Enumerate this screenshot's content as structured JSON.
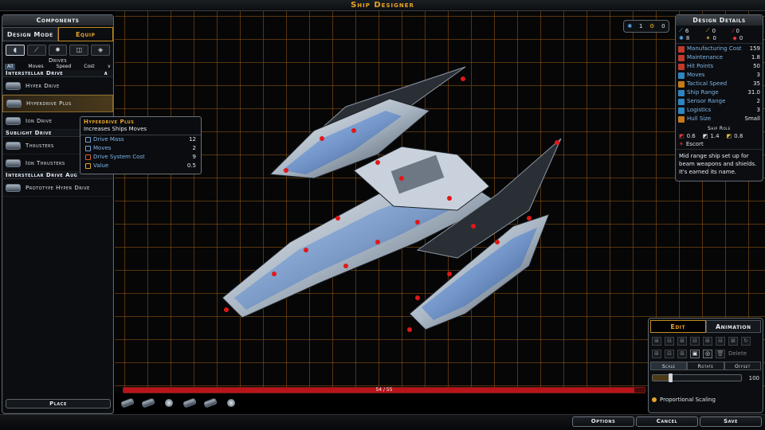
{
  "screen_title": "Ship Designer",
  "components": {
    "title": "Components",
    "tabs": [
      "Design Mode",
      "Equip"
    ],
    "active_tab": "Equip",
    "category_icons": [
      "shield-icon",
      "beam-icon",
      "armor-icon",
      "drive-icon",
      "special-icon"
    ],
    "category": "Drives",
    "sort_options": [
      "All",
      "Moves",
      "Speed",
      "Cost"
    ],
    "groups": [
      {
        "name": "Interstellar Drive",
        "items": [
          "Hyper Drive",
          "Hyperdrive Plus",
          "Ion Drive"
        ]
      },
      {
        "name": "Sublight Drive",
        "items": [
          "Thrusters",
          "Ion Thrusters"
        ]
      },
      {
        "name": "Interstellar Drive Aug",
        "items": [
          "Prototype Hyper Drive"
        ]
      }
    ],
    "selected_item": "Hyperdrive Plus",
    "place_label": "Place"
  },
  "tooltip": {
    "title": "Hyperdrive Plus",
    "desc": "Increases Ships Moves",
    "rows": [
      {
        "label": "Drive Mass",
        "value": "12"
      },
      {
        "label": "Moves",
        "value": "2"
      },
      {
        "label": "Drive System Cost",
        "value": "9"
      },
      {
        "label": "Value",
        "value": "0.5"
      }
    ]
  },
  "resources": {
    "a": "1",
    "b": "0"
  },
  "details": {
    "title": "Design Details",
    "top_stats": [
      {
        "icon": "beam-icon",
        "value": "6"
      },
      {
        "icon": "missile-icon",
        "value": "0"
      },
      {
        "icon": "kinetic-icon",
        "value": "0"
      },
      {
        "icon": "shield-icon",
        "value": "8"
      },
      {
        "icon": "point-defense-icon",
        "value": "0"
      },
      {
        "icon": "armor-icon",
        "value": "0"
      }
    ],
    "rows": [
      {
        "label": "Manufacturing Cost",
        "value": "159",
        "color": "#c0392b"
      },
      {
        "label": "Maintenance",
        "value": "1.8",
        "color": "#c0392b"
      },
      {
        "label": "Hit Points",
        "value": "50",
        "color": "#c0392b"
      },
      {
        "label": "Moves",
        "value": "3",
        "color": "#2e86c1"
      },
      {
        "label": "Tactical Speed",
        "value": "35",
        "color": "#c77a1a"
      },
      {
        "label": "Ship Range",
        "value": "31.0",
        "color": "#2e86c1"
      },
      {
        "label": "Sensor Range",
        "value": "2",
        "color": "#2e86c1"
      },
      {
        "label": "Logistics",
        "value": "3",
        "color": "#2e86c1"
      },
      {
        "label": "Hull Size",
        "value": "Small",
        "color": "#c77a1a"
      }
    ],
    "role_title": "Ship Role",
    "role_values": [
      "0.6",
      "1.4",
      "0.8"
    ],
    "role_name": "Escort",
    "description": "Mid range ship set up for beam weapons and shields. It's earned its name."
  },
  "edit_panel": {
    "tabs": [
      "Edit",
      "Animation"
    ],
    "active_tab": "Edit",
    "delete_label": "Delete",
    "sub_tabs": [
      "Scale",
      "Rotate",
      "Offset"
    ],
    "active_sub_tab": "Scale",
    "scale_value": "100",
    "scale_fraction": 0.2,
    "proportional_label": "Proportional Scaling"
  },
  "capacity": {
    "text": "54 / 55",
    "fraction": 0.98
  },
  "recent_icons": [
    "thruster-icon",
    "drive-icon",
    "armor-icon",
    "drive-icon",
    "thruster-icon",
    "shield-icon"
  ],
  "bottom_buttons": {
    "options": "Options",
    "cancel": "Cancel",
    "save": "Save"
  },
  "colors": {
    "accent": "#e8a328",
    "grid": "#965a14",
    "capacity": "#b8141a",
    "text_blue": "#7fb6e8"
  }
}
